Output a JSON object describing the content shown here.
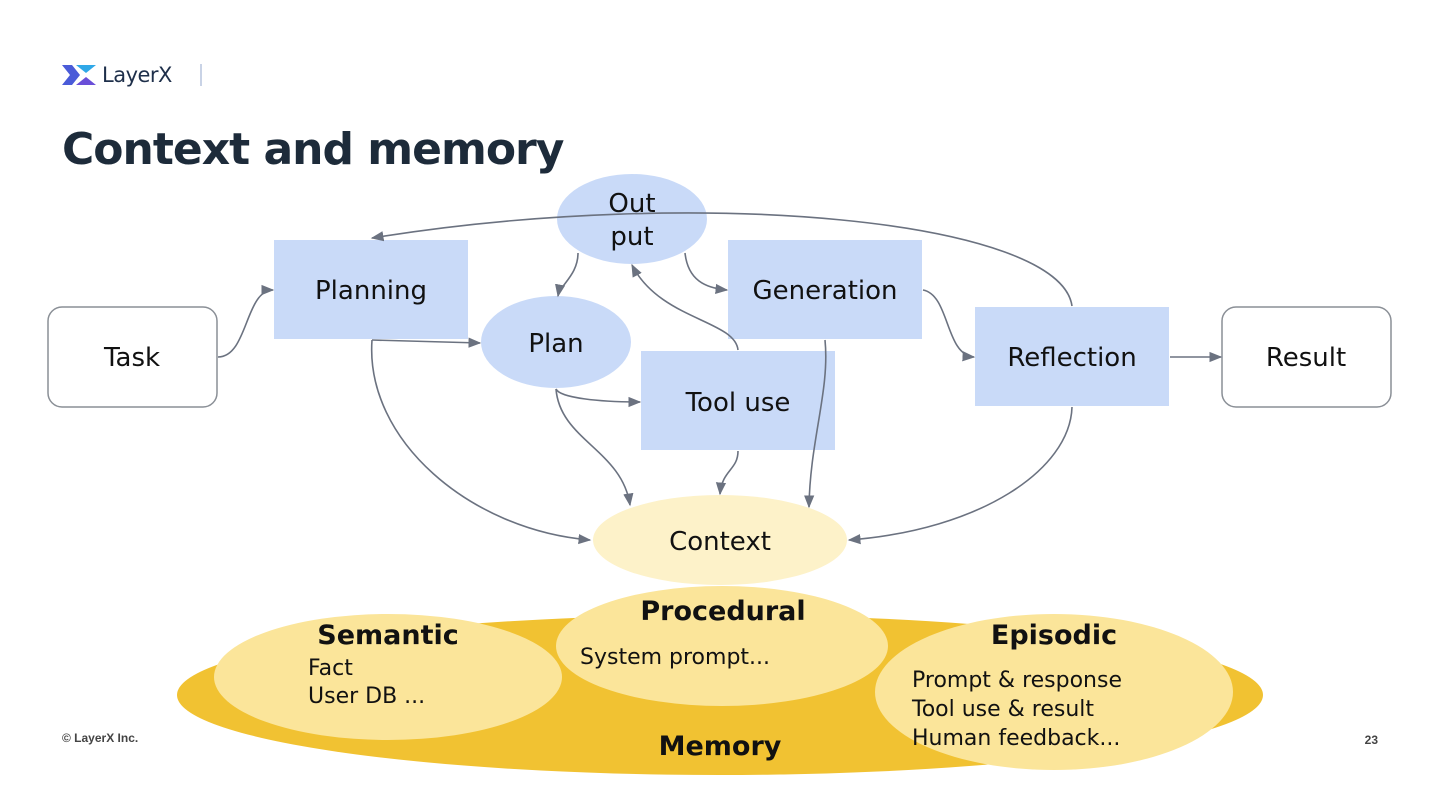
{
  "brand": {
    "name": "LayerX",
    "copyright": "© LayerX Inc."
  },
  "slide": {
    "title": "Context and memory",
    "page_number": "23"
  },
  "nodes": {
    "task": "Task",
    "planning": "Planning",
    "output_line1": "Out",
    "output_line2": "put",
    "plan": "Plan",
    "generation": "Generation",
    "tool_use": "Tool use",
    "reflection": "Reflection",
    "result": "Result",
    "context": "Context"
  },
  "memory": {
    "label": "Memory",
    "semantic": {
      "title": "Semantic",
      "items": [
        "Fact",
        "User DB ..."
      ]
    },
    "procedural": {
      "title": "Procedural",
      "items": [
        "System prompt..."
      ]
    },
    "episodic": {
      "title": "Episodic",
      "items": [
        "Prompt & response",
        "Tool use & result",
        "Human feedback..."
      ]
    }
  },
  "colors": {
    "box_blue": "#c9daf8",
    "context_yellow": "#fdf2c9",
    "memory_gold": "#f1c232",
    "memory_light": "#fbe59a",
    "arrow": "#6b7280"
  }
}
